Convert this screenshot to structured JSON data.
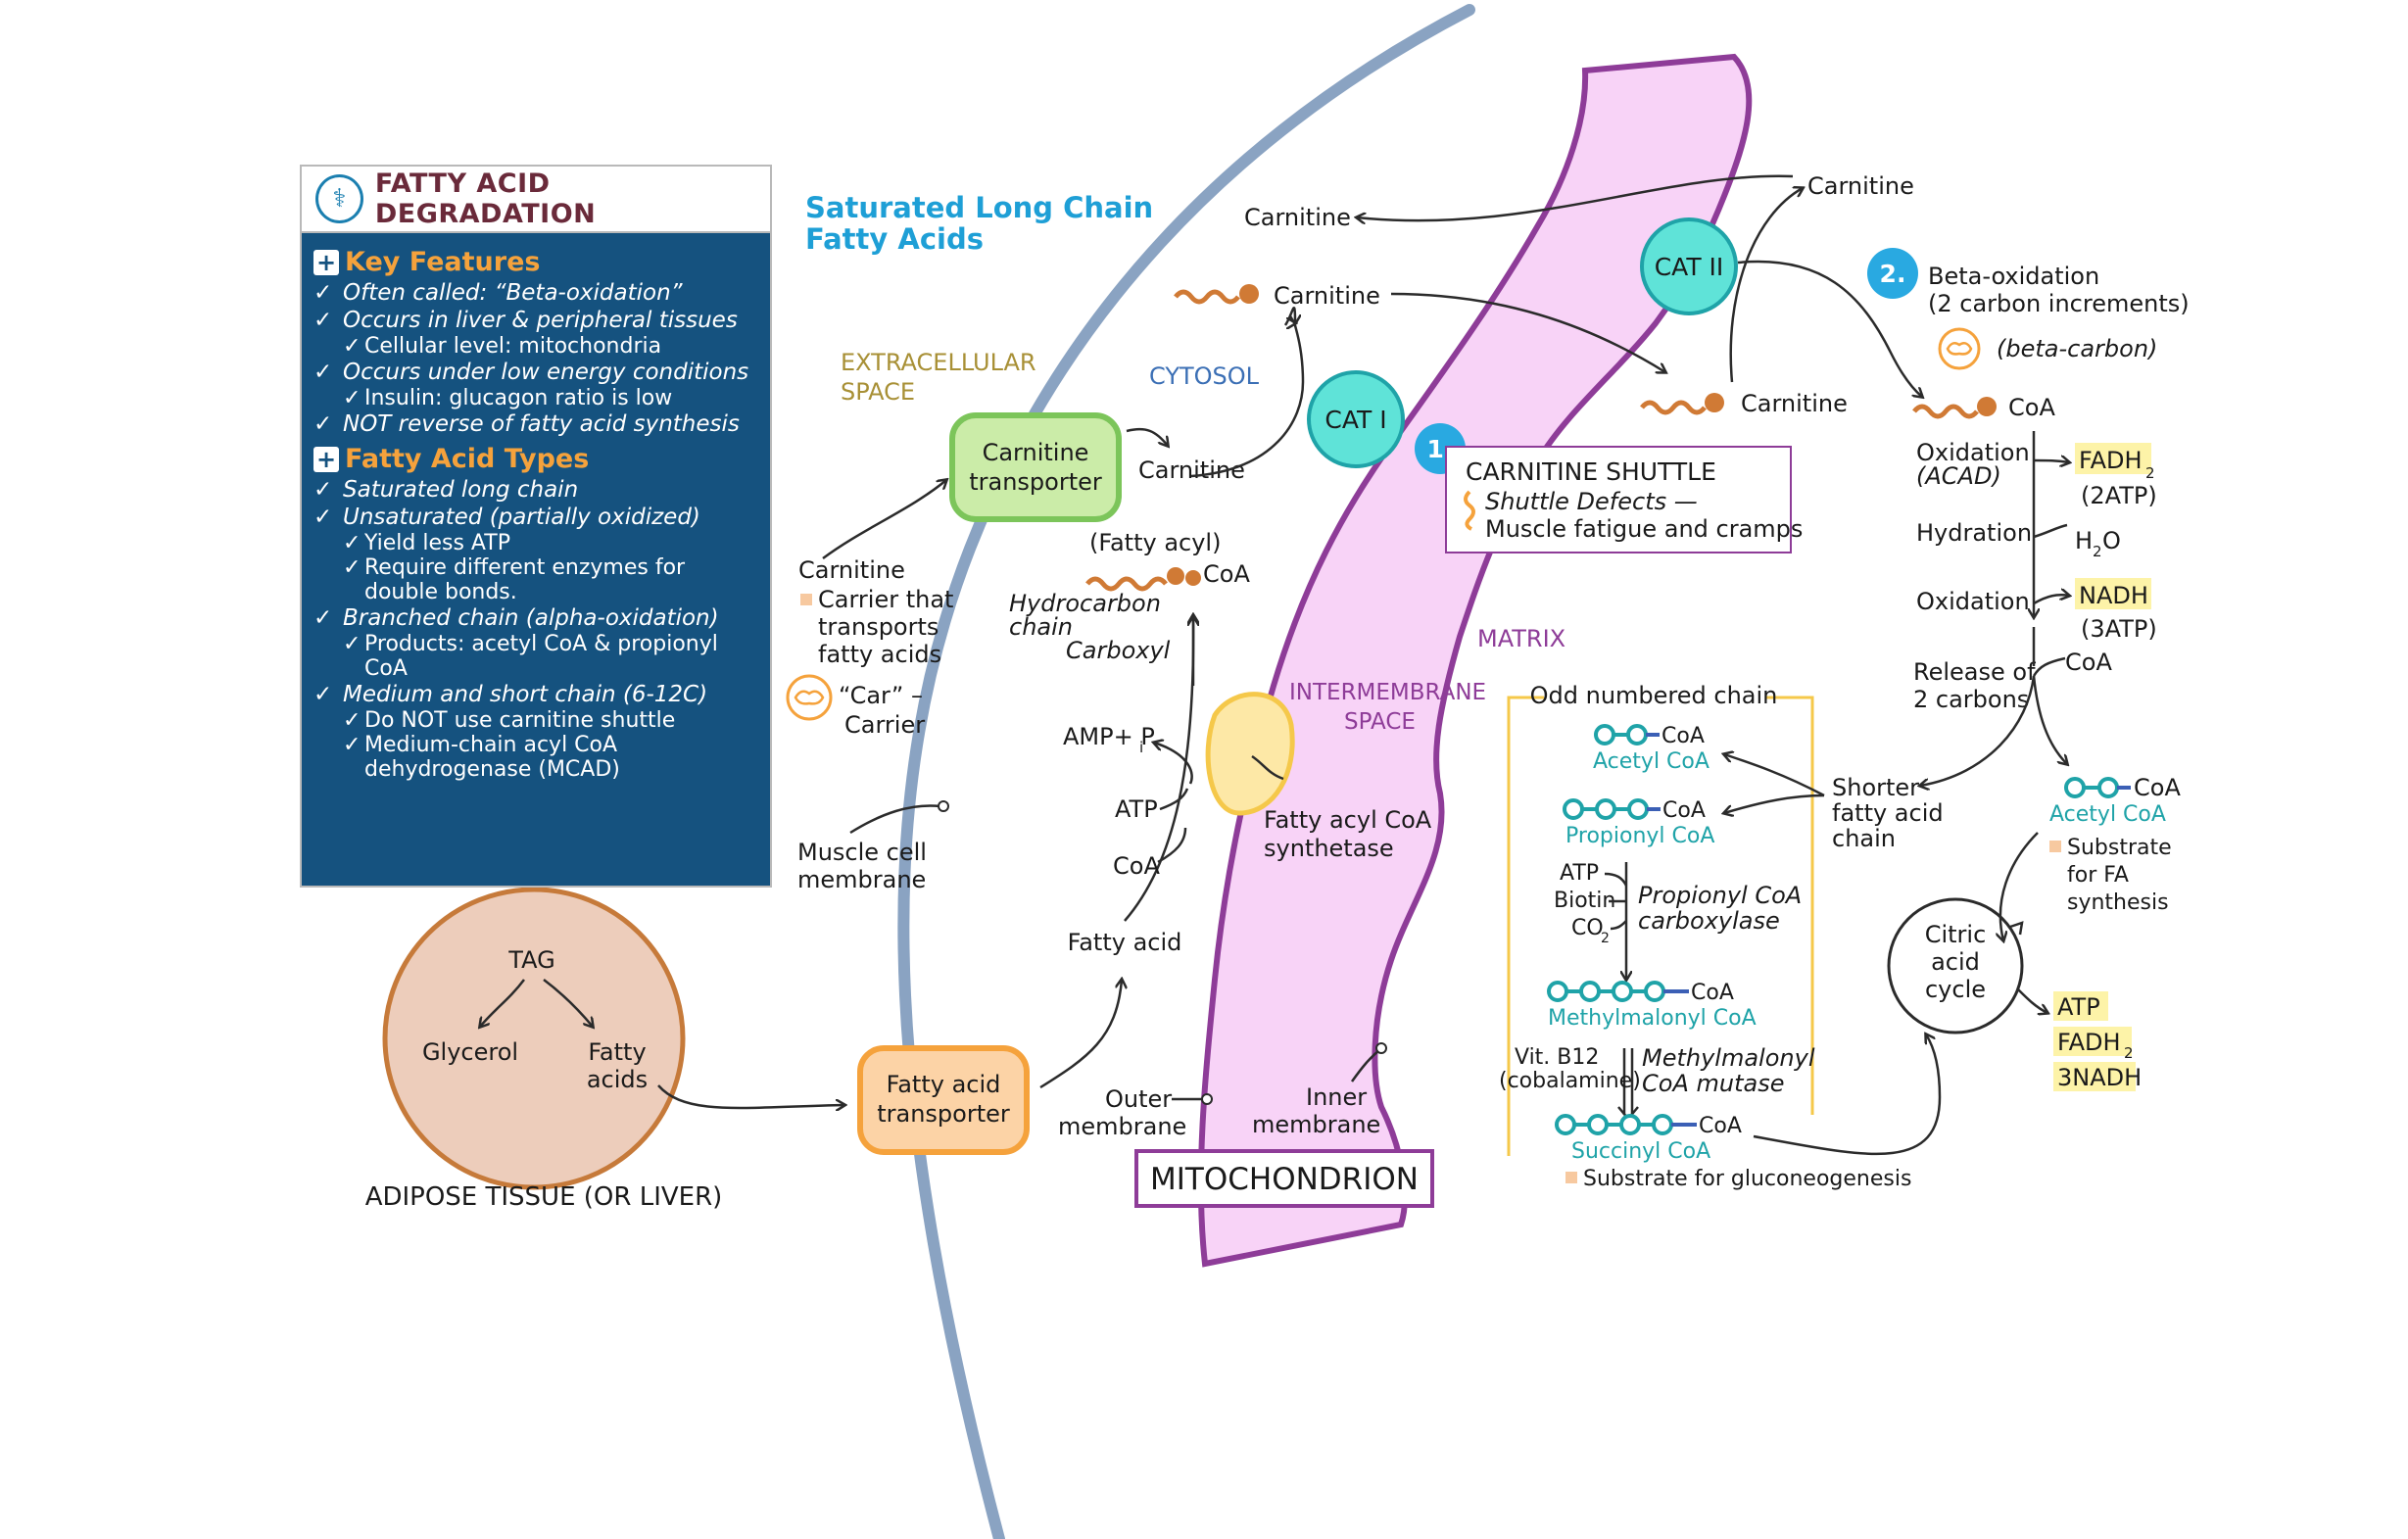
{
  "panel": {
    "title": "FATTY ACID DEGRADATION",
    "key_features": {
      "heading": "Key Features",
      "items": [
        {
          "text": "Often called: “Beta-oxidation”",
          "subs": []
        },
        {
          "text": "Occurs in liver & peripheral tissues",
          "subs": [
            "Cellular level: mitochondria"
          ]
        },
        {
          "text": "Occurs under low energy conditions",
          "subs": [
            "Insulin: glucagon ratio is low"
          ]
        },
        {
          "text": "NOT reverse of fatty acid synthesis",
          "subs": []
        }
      ]
    },
    "fatty_acid_types": {
      "heading": "Fatty Acid Types",
      "items": [
        {
          "text": "Saturated long chain",
          "subs": []
        },
        {
          "text": "Unsaturated (partially oxidized)",
          "subs": [
            "Yield less ATP",
            "Require different enzymes for double bonds."
          ]
        },
        {
          "text": "Branched chain (alpha-oxidation)",
          "subs": [
            "Products: acetyl CoA & propionyl CoA"
          ]
        },
        {
          "text": "Medium and short chain (6-12C)",
          "subs": [
            "Do NOT use carnitine shuttle",
            "Medium-chain acyl CoA dehydrogenase (MCAD)"
          ]
        }
      ]
    }
  },
  "header": {
    "line1": "Saturated Long Chain",
    "line2": "Fatty Acids"
  },
  "regions": {
    "extracellular_1": "EXTRACELLULAR",
    "extracellular_2": "SPACE",
    "cytosol": "CYTOSOL",
    "matrix": "MATRIX",
    "intermembrane_1": "INTERMEMBRANE",
    "intermembrane_2": "SPACE",
    "mitochondrion": "MITOCHONDRION"
  },
  "adipose": {
    "tag": "TAG",
    "glycerol": "Glycerol",
    "fatty_1": "Fatty",
    "fatty_2": "acids",
    "caption": "ADIPOSE TISSUE (OR LIVER)"
  },
  "transporters": {
    "fatty_acid_1": "Fatty acid",
    "fatty_acid_2": "transporter",
    "carnitine_1": "Carnitine",
    "carnitine_2": "transporter"
  },
  "labels": {
    "carnitine": "Carnitine",
    "carrier_1": "Carrier that",
    "carrier_2": "transports",
    "carrier_3": "fatty acids",
    "car_1": "“Car” –",
    "car_2": "Carrier",
    "muscle_1": "Muscle cell",
    "muscle_2": "membrane",
    "outer_1": "Outer",
    "outer_2": "membrane",
    "inner_1": "Inner",
    "inner_2": "membrane",
    "fatty_acid": "Fatty acid",
    "coa": "CoA",
    "atp": "ATP",
    "amp": "AMP+ P",
    "amp_sub": "i",
    "synthetase_1": "Fatty acyl CoA",
    "synthetase_2": "synthetase",
    "fatty_acyl": "(Fatty acyl)",
    "hydrocarbon_1": "Hydrocarbon",
    "hydrocarbon_2": "chain",
    "carboxyl": "Carboxyl",
    "cat1": "CAT I",
    "cat2": "CAT II"
  },
  "shuttle": {
    "num": "1.",
    "title": "CARNITINE SHUTTLE",
    "defects": "Shuttle Defects —",
    "effect": "Muscle fatigue and cramps"
  },
  "beta": {
    "num": "2.",
    "title": "Beta-oxidation",
    "subtitle": "(2 carbon increments)",
    "beta_carbon": "(beta-carbon)",
    "oxidation": "Oxidation",
    "acad": "(ACAD)",
    "fadh": "FADH",
    "fadh_sub": "2",
    "two_atp": "(2ATP)",
    "hydration": "Hydration",
    "water": "H",
    "water_sub": "2",
    "water_o": "O",
    "nadh": "NADH",
    "three_atp": "(3ATP)",
    "release_1": "Release of",
    "release_2": "2 carbons",
    "shorter_1": "Shorter",
    "shorter_2": "fatty acid",
    "shorter_3": "chain",
    "acetyl": "Acetyl CoA",
    "substrate_1": "Substrate",
    "substrate_2": "for FA",
    "substrate_3": "synthesis",
    "tca_1": "Citric",
    "tca_2": "acid",
    "tca_3": "cycle",
    "out_atp": "ATP",
    "out_fadh": "FADH",
    "out_nadh": "3NADH"
  },
  "odd": {
    "title": "Odd numbered chain",
    "acetyl": "Acetyl CoA",
    "propionyl": "Propionyl CoA",
    "methylmalonyl": "Methylmalonyl CoA",
    "succinyl": "Succinyl CoA",
    "atp": "ATP",
    "biotin": "Biotin",
    "co2": "CO",
    "co2_sub": "2",
    "carbox_1": "Propionyl CoA",
    "carbox_2": "carboxylase",
    "vit_1": "Vit. B12",
    "vit_2": "(cobalamine)",
    "mutase_1": "Methylmalonyl",
    "mutase_2": "CoA mutase",
    "gluco": "Substrate for gluconeogenesis"
  },
  "colors": {
    "panel_bg": "#15527f",
    "accent_orange": "#f5a23c",
    "membrane_blue": "#8aa3c2",
    "mito_fill": "#f8d3f7",
    "mito_stroke": "#8e3c98",
    "teal": "#1fa3a8",
    "cat_fill": "#5fe3d8"
  }
}
